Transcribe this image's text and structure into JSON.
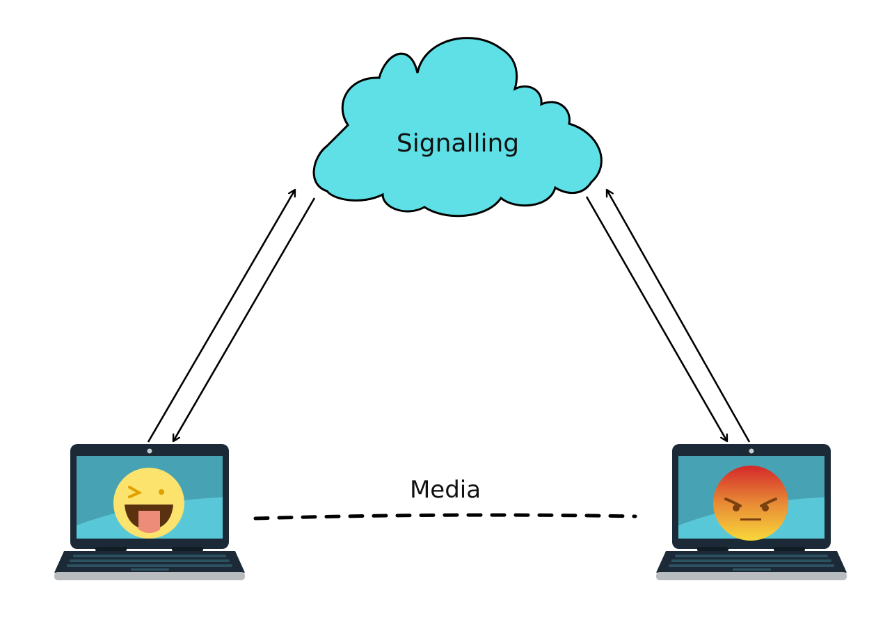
{
  "diagram": {
    "cloud_label": "Signalling",
    "media_label": "Media",
    "colors": {
      "cloud": "#5ee0e6",
      "laptop_body": "#1b2a36",
      "screen_dark": "#47a3b3",
      "screen_light": "#58c8d8",
      "key": "#2f5566",
      "base": "#b9bcbe"
    },
    "nodes": [
      {
        "name": "left-peer",
        "emoji": "winking-tongue-face-icon"
      },
      {
        "name": "right-peer",
        "emoji": "angry-face-icon"
      }
    ]
  }
}
